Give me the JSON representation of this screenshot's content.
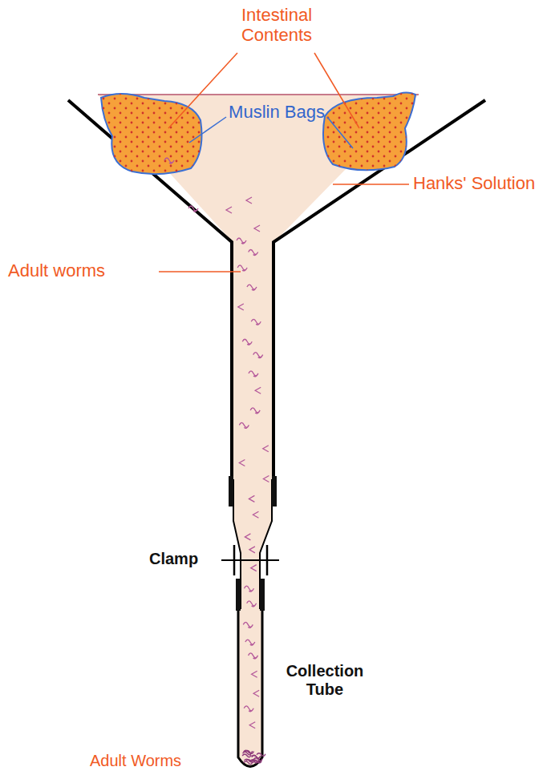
{
  "diagram": {
    "labels": [
      "Intestinal Contents",
      "Muslin Bags",
      "Hanks' Solution",
      "Adult worms",
      "Clamp",
      "Collection Tube",
      "Adult Worms"
    ]
  }
}
